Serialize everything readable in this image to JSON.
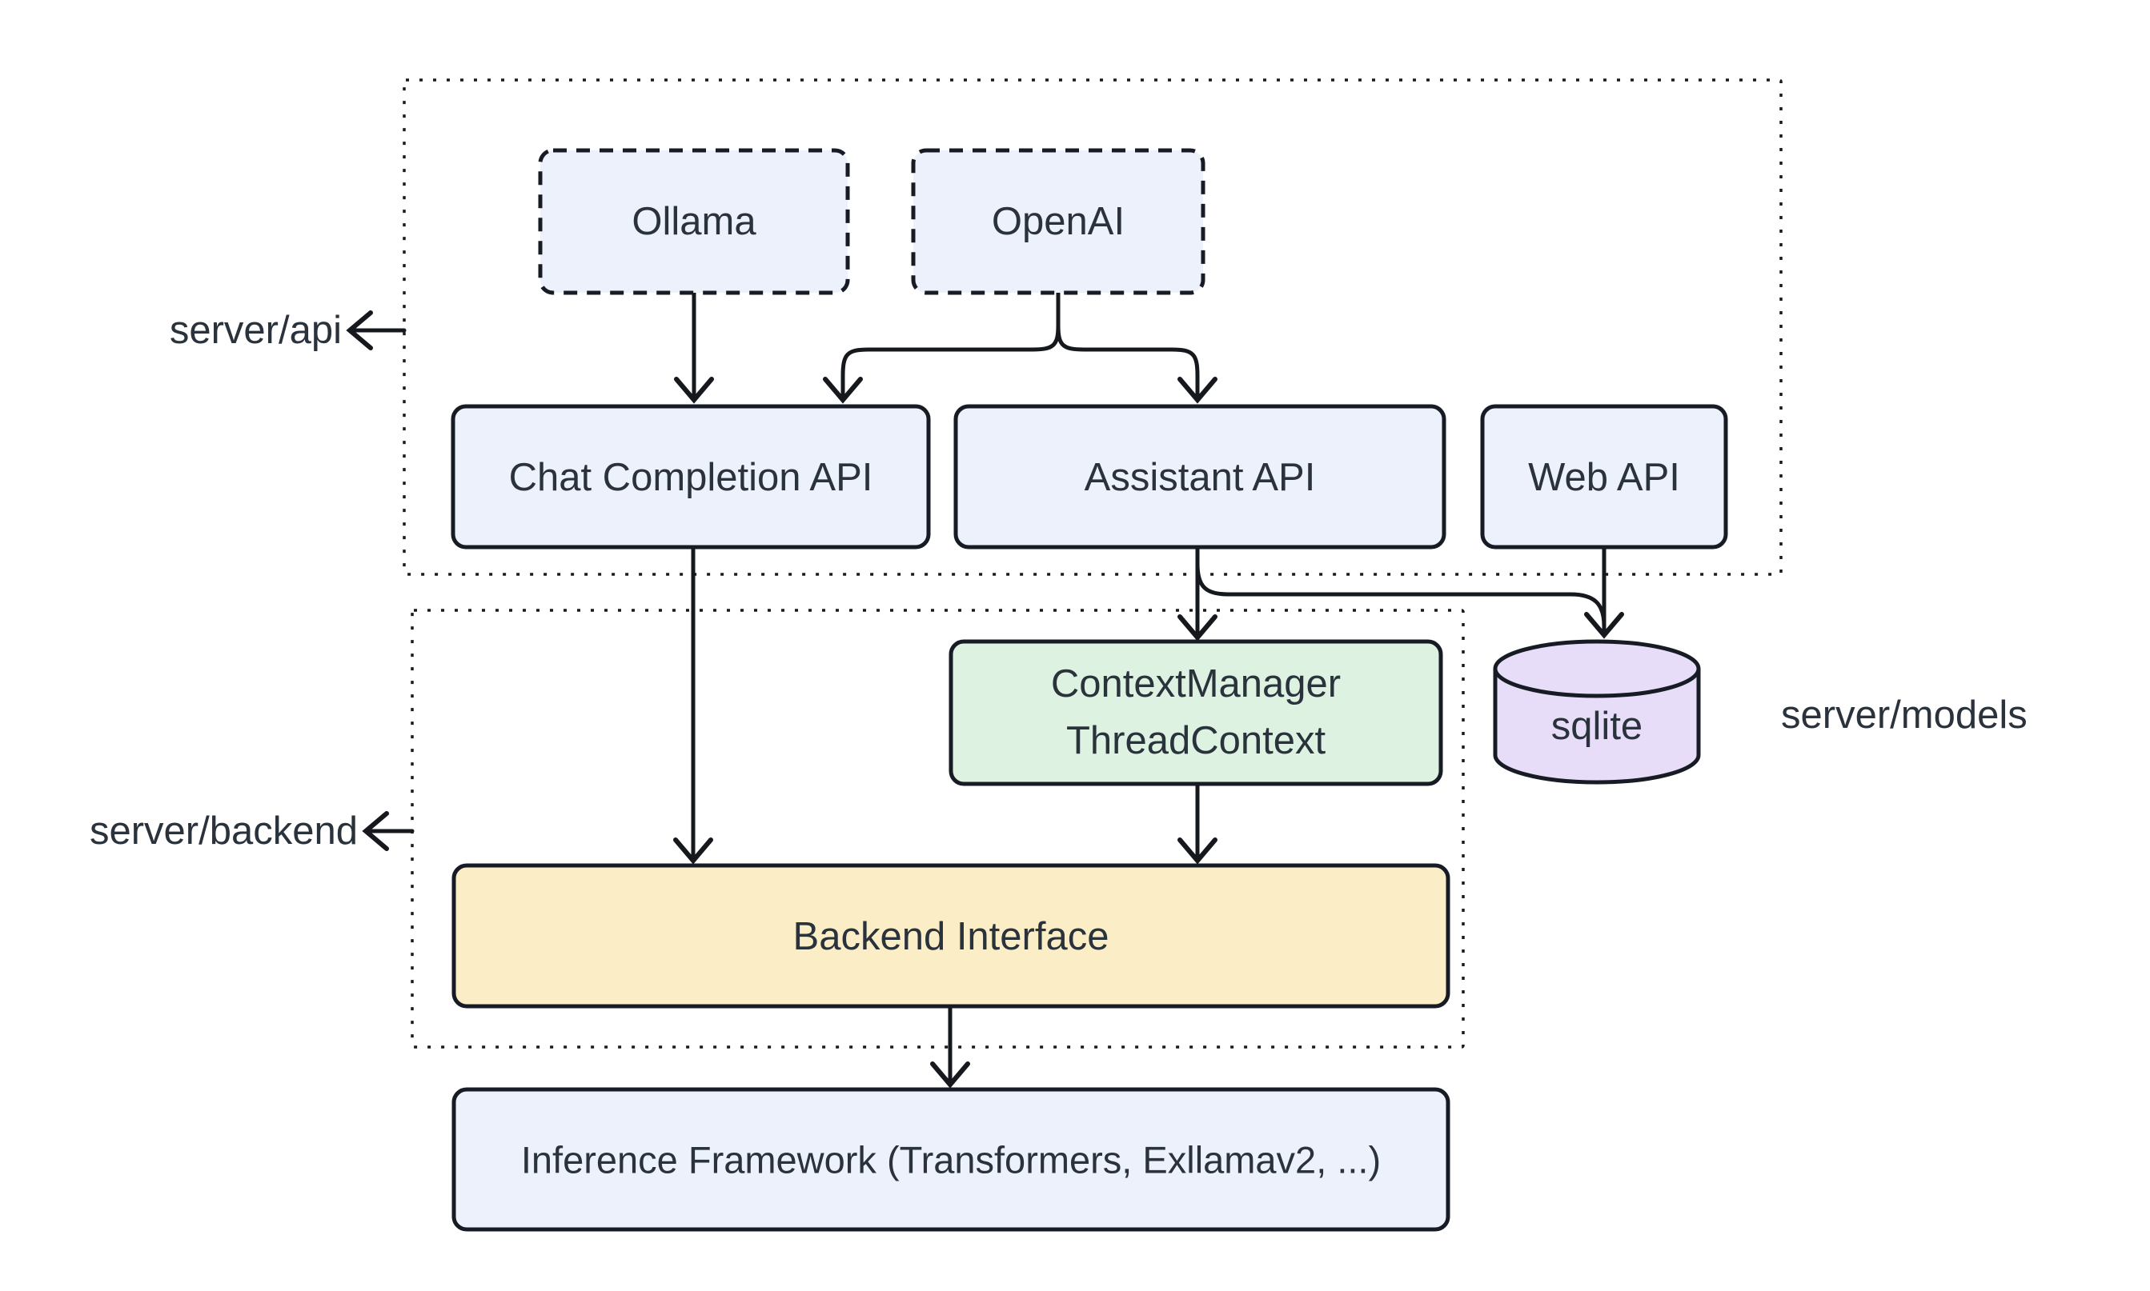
{
  "diagram": {
    "title": "server architecture diagram",
    "colors": {
      "background": "#ffffff",
      "node_blue": "#edf1fb",
      "node_green": "#ddf2e0",
      "node_yellow": "#fbeec6",
      "node_purple": "#e8ddf8",
      "border": "#171b24",
      "line": "#15181d",
      "text": "#2a323c"
    },
    "nodes": {
      "ollama": {
        "label": "Ollama"
      },
      "openai": {
        "label": "OpenAI"
      },
      "chat_completion_api": {
        "label": "Chat Completion API"
      },
      "assistant_api": {
        "label": "Assistant API"
      },
      "web_api": {
        "label": "Web API"
      },
      "context_manager": {
        "line1": "ContextManager",
        "line2": "ThreadContext"
      },
      "sqlite": {
        "label": "sqlite"
      },
      "backend_interface": {
        "label": "Backend Interface"
      },
      "inference_framework": {
        "label": "Inference Framework (Transformers, Exllamav2, ...)"
      }
    },
    "labels": {
      "server_api": "server/api",
      "server_backend": "server/backend",
      "server_models": "server/models"
    }
  }
}
